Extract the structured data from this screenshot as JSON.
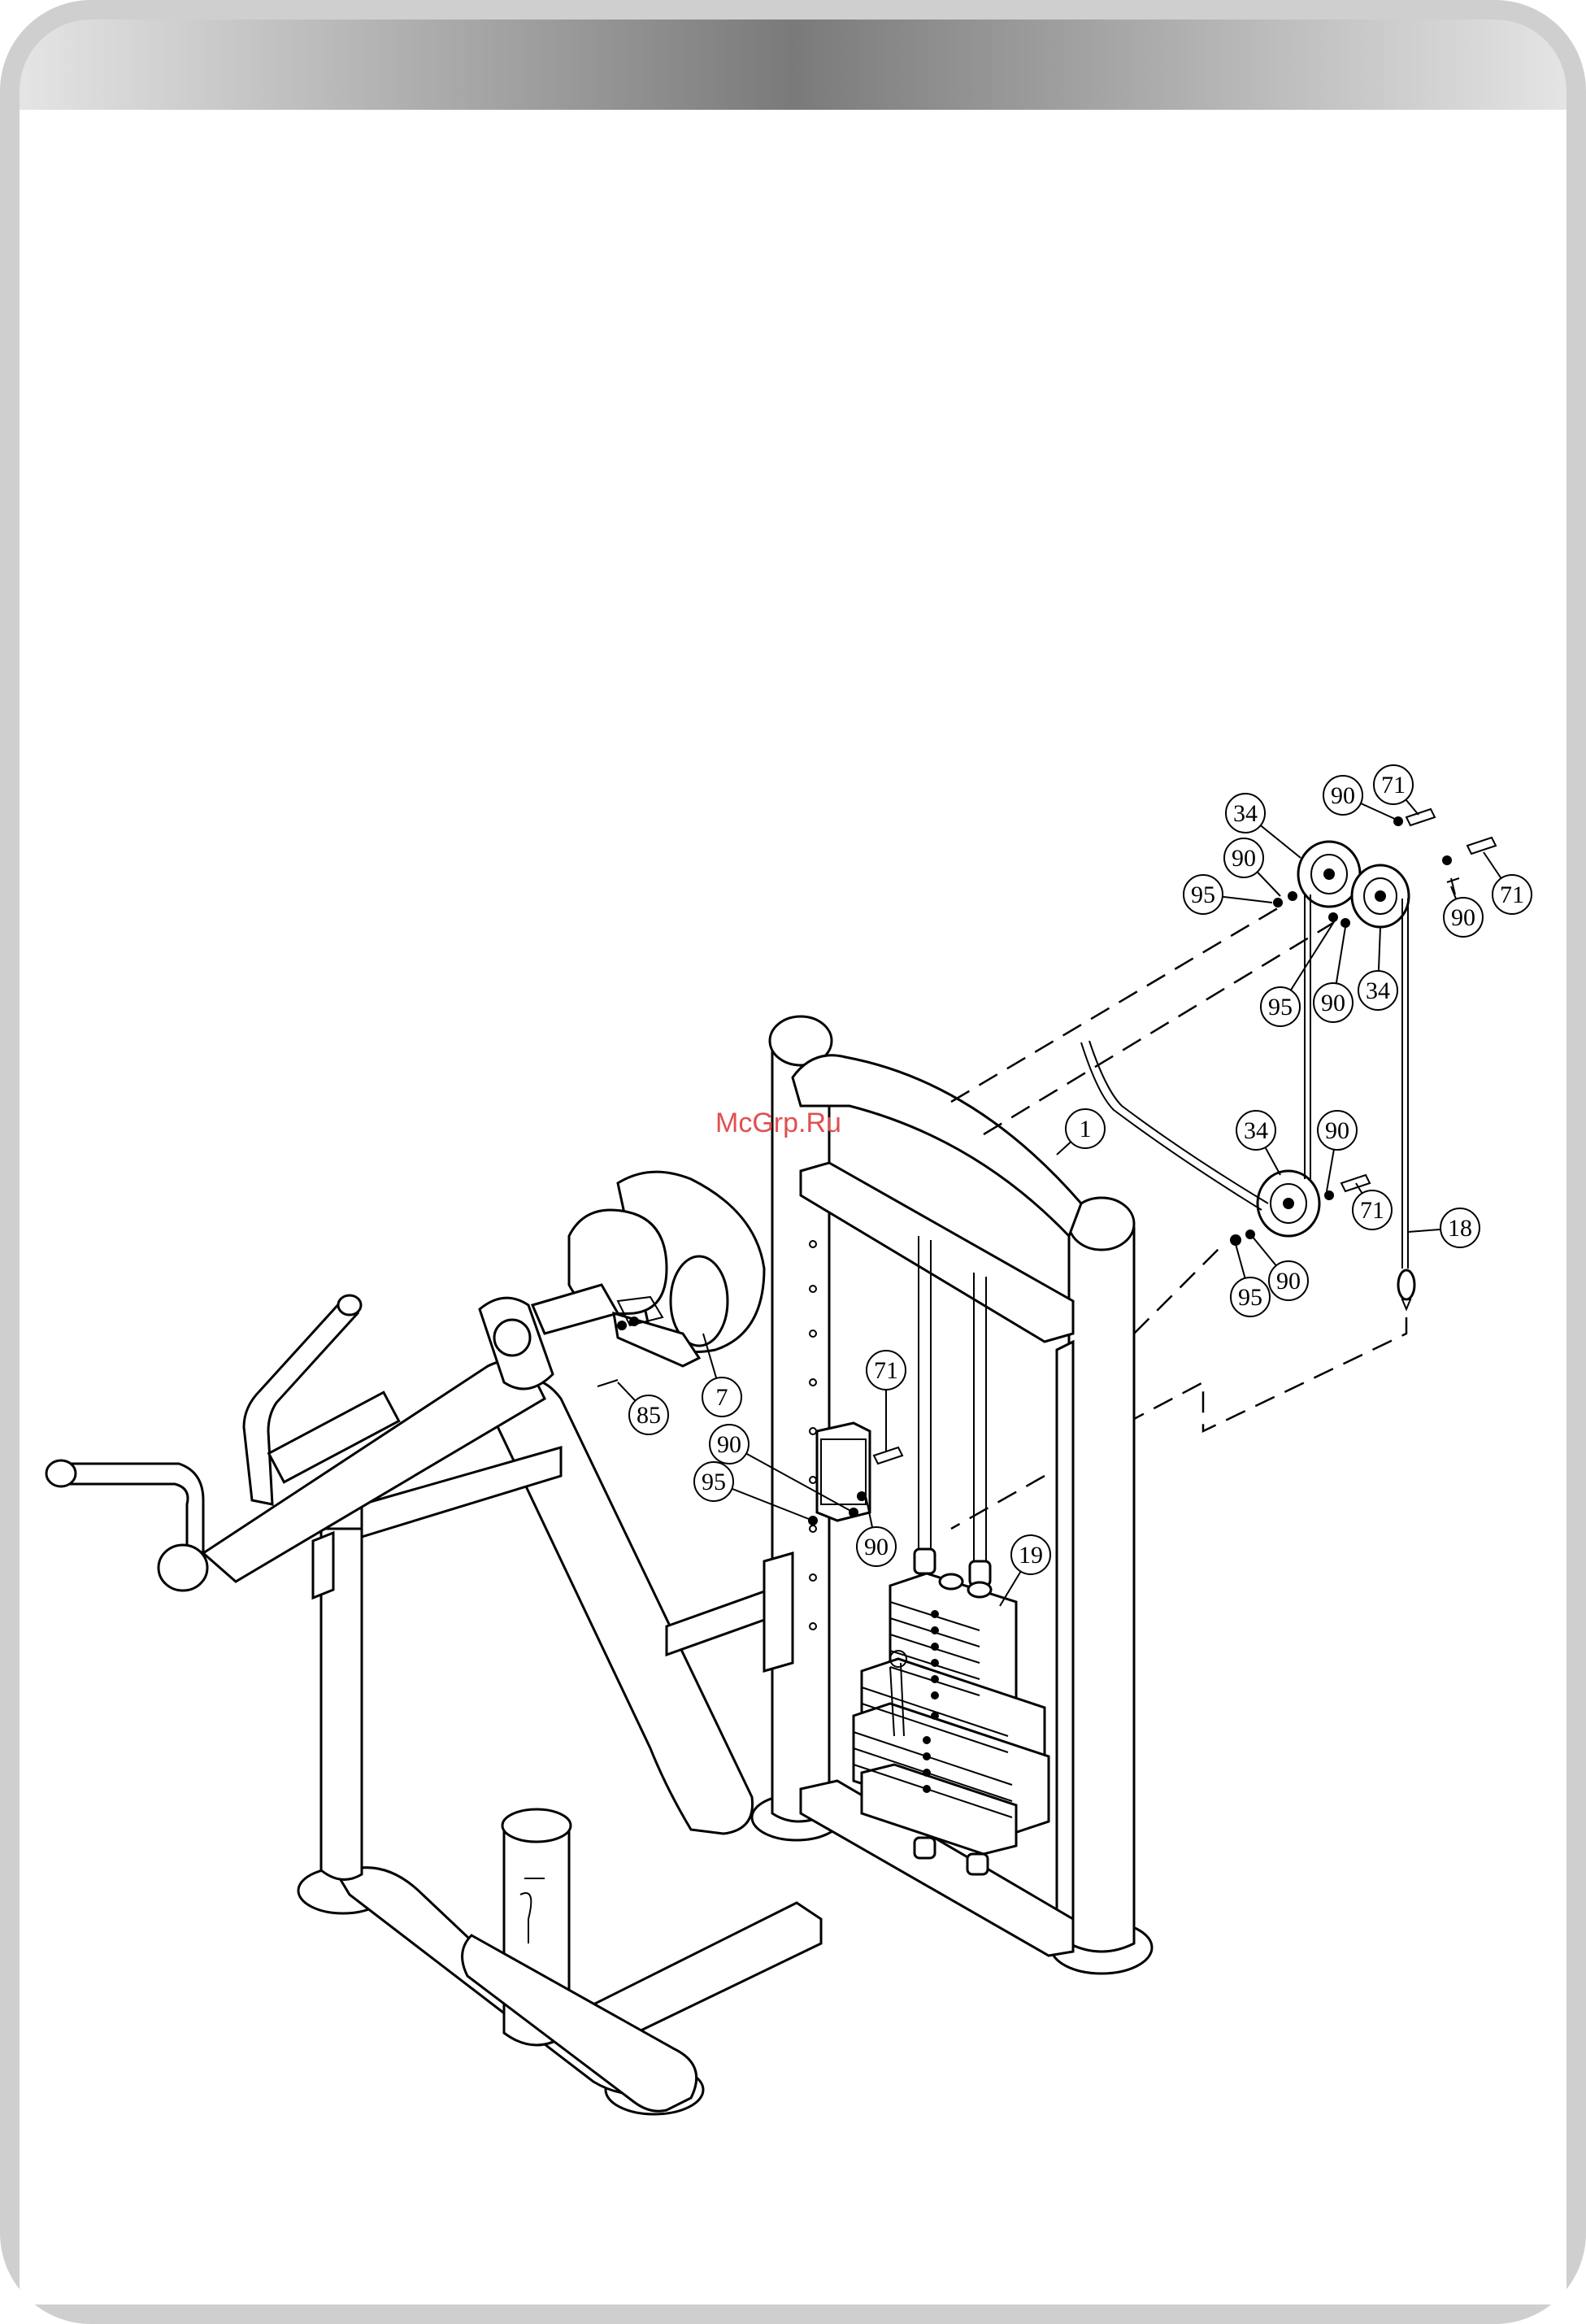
{
  "watermark": "McGrp.Ru",
  "callouts": [
    {
      "id": "c34a",
      "label": "34"
    },
    {
      "id": "c90a",
      "label": "90"
    },
    {
      "id": "c71a",
      "label": "71"
    },
    {
      "id": "c90b",
      "label": "90"
    },
    {
      "id": "c95a",
      "label": "95"
    },
    {
      "id": "c71b",
      "label": "71"
    },
    {
      "id": "c90c",
      "label": "90"
    },
    {
      "id": "c34b",
      "label": "34"
    },
    {
      "id": "c95b",
      "label": "95"
    },
    {
      "id": "c90d",
      "label": "90"
    },
    {
      "id": "c1",
      "label": "1"
    },
    {
      "id": "c34c",
      "label": "34"
    },
    {
      "id": "c90e",
      "label": "90"
    },
    {
      "id": "c71c",
      "label": "71"
    },
    {
      "id": "c18",
      "label": "18"
    },
    {
      "id": "c95c",
      "label": "95"
    },
    {
      "id": "c90f",
      "label": "90"
    },
    {
      "id": "c85",
      "label": "85"
    },
    {
      "id": "c7",
      "label": "7"
    },
    {
      "id": "c71d",
      "label": "71"
    },
    {
      "id": "c90g",
      "label": "90"
    },
    {
      "id": "c95d",
      "label": "95"
    },
    {
      "id": "c90h",
      "label": "90"
    },
    {
      "id": "c19",
      "label": "19"
    }
  ],
  "colors": {
    "header_dark": "#7a7a7a",
    "header_light": "#e6e6e6",
    "border": "#cfcfcf",
    "watermark": "#e05050"
  }
}
